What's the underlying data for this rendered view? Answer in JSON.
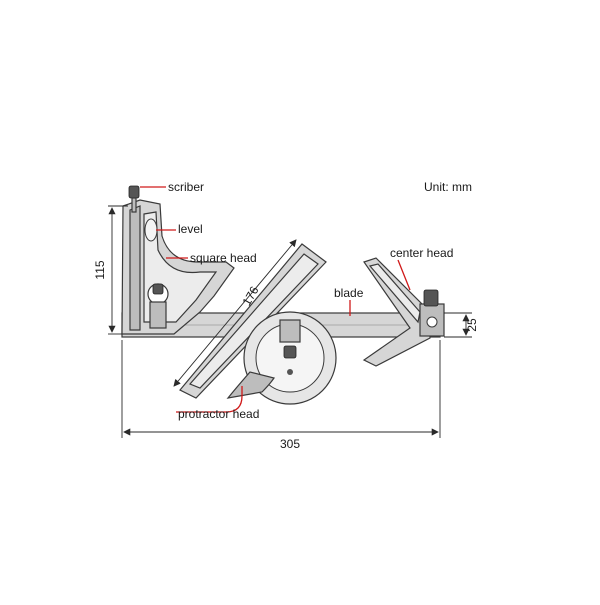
{
  "unit": "Unit: mm",
  "labels": {
    "scriber": "scriber",
    "level": "level",
    "square_head": "square head",
    "center_head": "center head",
    "blade": "blade",
    "protractor_head": "protractor head"
  },
  "dimensions": {
    "total_length": "305",
    "square_height": "115",
    "protractor_edge": "176",
    "blade_width": "25"
  },
  "colors": {
    "leader": "#d01a1a",
    "steel": "#d6d6d6"
  }
}
